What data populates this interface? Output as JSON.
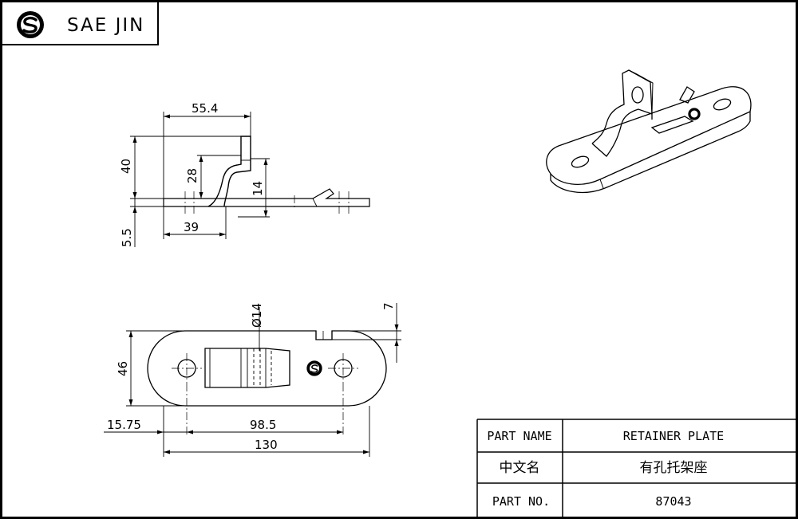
{
  "brand": {
    "name": "SAE JIN",
    "logo_icon": "sj-logo-icon"
  },
  "side_view": {
    "dims": {
      "overall_length": "55.4",
      "height": "40",
      "rise": "28",
      "offset": "14",
      "thickness": "5.5",
      "base_length": "39"
    }
  },
  "top_view": {
    "dims": {
      "hole_dia": "Ø14",
      "tab": "7",
      "width": "46",
      "edge_offset": "15.75",
      "hole_spacing": "98.5",
      "total_length": "130"
    }
  },
  "title_block": {
    "rows": [
      {
        "label": "PART NAME",
        "value": "RETAINER PLATE"
      },
      {
        "label": "中文名",
        "value": "有孔托架座"
      },
      {
        "label": "PART NO.",
        "value": "87043"
      }
    ]
  },
  "colors": {
    "line": "#000000",
    "background": "#ffffff"
  }
}
